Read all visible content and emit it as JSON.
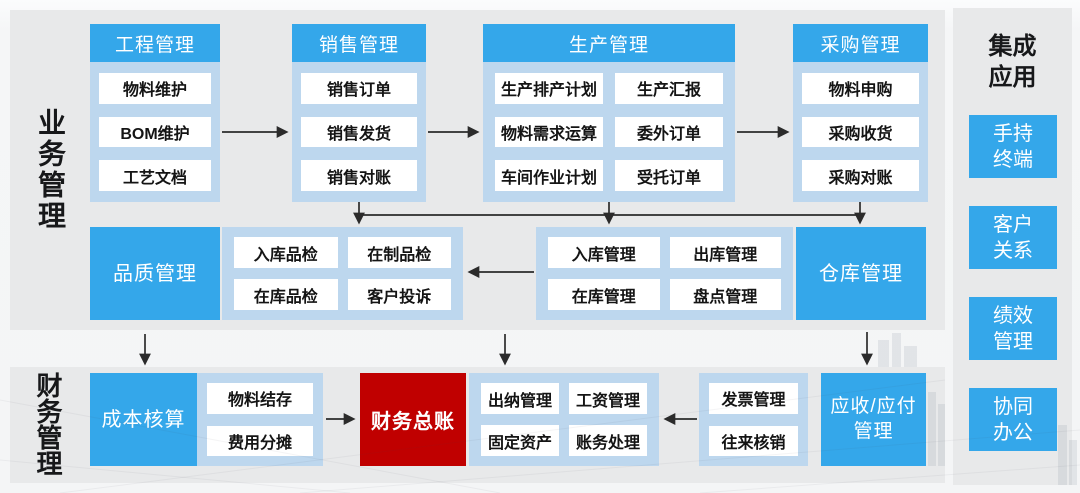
{
  "left_labels": {
    "business": "业务管理",
    "finance": "财务管理"
  },
  "business": {
    "columns": [
      {
        "header": "工程管理",
        "items": [
          "物料维护",
          "BOM维护",
          "工艺文档"
        ]
      },
      {
        "header": "销售管理",
        "items": [
          "销售订单",
          "销售发货",
          "销售对账"
        ]
      },
      {
        "header": "生产管理",
        "items": [
          "生产排产计划",
          "生产汇报",
          "物料需求运算",
          "委外订单",
          "车间作业计划",
          "受托订单"
        ]
      },
      {
        "header": "采购管理",
        "items": [
          "物料申购",
          "采购收货",
          "采购对账"
        ]
      }
    ],
    "quality": {
      "label": "品质管理",
      "items": [
        "入库品检",
        "在制品检",
        "在库品检",
        "客户投诉"
      ]
    },
    "warehouse": {
      "label": "仓库管理",
      "items": [
        "入库管理",
        "出库管理",
        "在库管理",
        "盘点管理"
      ]
    }
  },
  "finance": {
    "cost": {
      "label": "成本核算",
      "items": [
        "物料结存",
        "费用分摊"
      ]
    },
    "general_ledger": "财务总账",
    "accounting_items": [
      "出纳管理",
      "工资管理",
      "固定资产",
      "账务处理"
    ],
    "arap": {
      "label": "应收/应付管理",
      "items": [
        "发票管理",
        "往来核销"
      ]
    }
  },
  "integration": {
    "title": "集成应用",
    "items": [
      "手持终端",
      "客户关系",
      "绩效管理",
      "协同办公"
    ]
  },
  "colors": {
    "accent_blue": "#34a7ea",
    "panel_light_blue": "#bdd7ee",
    "panel_gray": "#e8e9ea",
    "accent_red": "#c00000",
    "arrow": "#2b2b2b"
  }
}
